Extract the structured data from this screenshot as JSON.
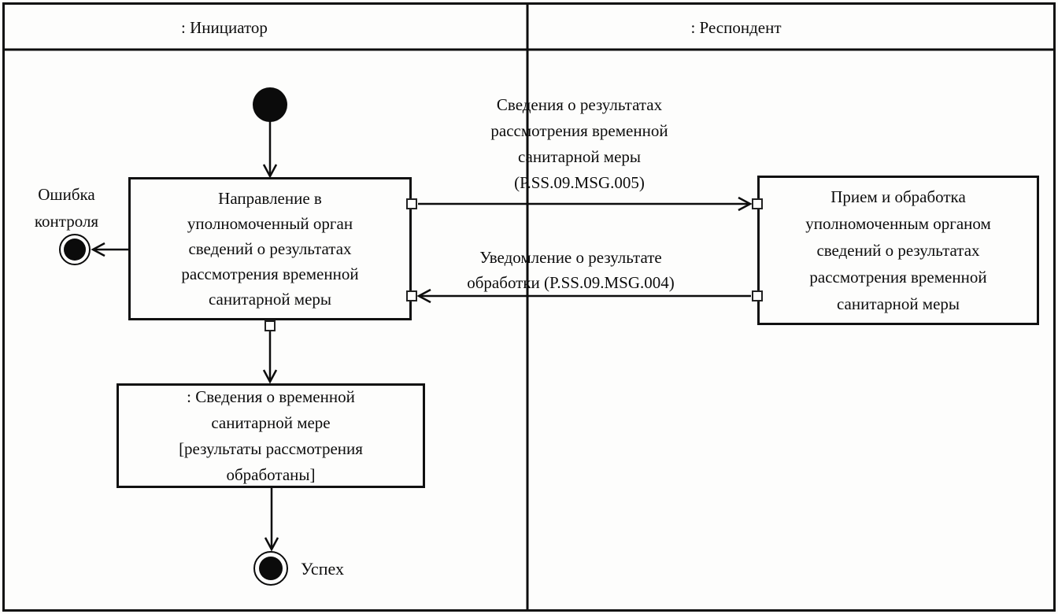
{
  "lanes": {
    "initiator": ": Инициатор",
    "respondent": ": Респондент"
  },
  "activity_send": {
    "lines": [
      "Направление в",
      "уполномоченный орган",
      "сведений о результатах",
      "рассмотрения временной",
      "санитарной меры"
    ]
  },
  "activity_receive": {
    "lines": [
      "Прием и обработка",
      "уполномоченным органом",
      "сведений о результатах",
      "рассмотрения временной",
      "санитарной меры"
    ]
  },
  "object_state": {
    "lines": [
      ": Сведения о временной",
      "санитарной мере",
      "[результаты рассмотрения",
      "обработаны]"
    ]
  },
  "message_to_respondent": {
    "lines": [
      "Сведения о результатах",
      "рассмотрения временной",
      "санитарной меры",
      "(P.SS.09.MSG.005)"
    ]
  },
  "message_to_initiator": {
    "lines": [
      "Уведомление о результате",
      "обработки (P.SS.09.MSG.004)"
    ]
  },
  "end_error": {
    "lines": [
      "Ошибка",
      "контроля"
    ]
  },
  "end_success": {
    "label": "Успех"
  },
  "colors": {
    "line": "#0d0d0d",
    "background": "#fdfdfc"
  }
}
